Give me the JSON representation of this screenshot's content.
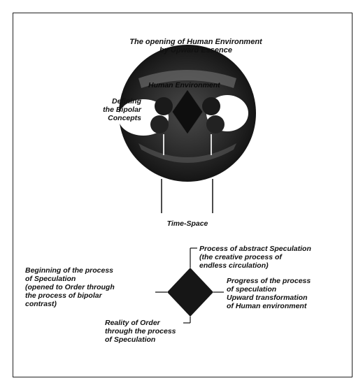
{
  "top_diagram": {
    "title_lines": [
      "The opening of Human Environment",
      "by Upward Essence"
    ],
    "inner_label": "Human Environment",
    "left_label_lines": [
      "Defining",
      "the Bipolar",
      "Concepts"
    ],
    "bottom_label": "Time-Space"
  },
  "bottom_diagram": {
    "top_label_lines": [
      "Process of abstract Speculation",
      "(the creative process of",
      "endless circulation)"
    ],
    "left_label_lines": [
      "Beginning of the process",
      "of Speculation",
      "(opened to Order through",
      "the process of bipolar",
      "contrast)"
    ],
    "right_label_lines": [
      "Progress of the process",
      "of speculation",
      "Upward transformation",
      "of Human environment"
    ],
    "bottom_label_lines": [
      "Reality of Order",
      "through the process",
      "of Speculation"
    ]
  },
  "colors": {
    "ink": "#111111",
    "dark_fill": "#1c1c1c",
    "mid_fill": "#3a3a3a",
    "paper": "#ffffff"
  }
}
